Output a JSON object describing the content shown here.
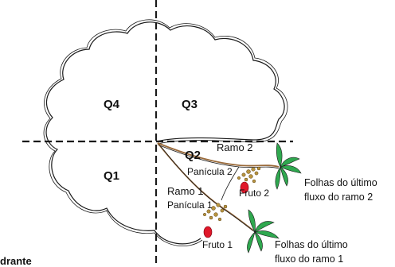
{
  "quadrants": {
    "q1": "Q1",
    "q2": "Q2",
    "q3": "Q3",
    "q4": "Q4"
  },
  "branches": {
    "branch1": "Ramo 1",
    "branch2": "Ramo 2",
    "panicle1": "Panícula 1",
    "panicle2": "Panícula 2",
    "fruit1": "Fruto 1",
    "fruit2": "Fruto 2"
  },
  "leaves": {
    "branch1_line1": "Folhas do último",
    "branch1_line2": "fluxo do ramo 1",
    "branch2_line1": "Folhas do último",
    "branch2_line2": "fluxo do ramo 2"
  },
  "cut_label": "drante",
  "colors": {
    "outline": "#1a1a1a",
    "branch": "#9a6a3a",
    "fruit": "#e0182a",
    "leaf": "#2fa84f",
    "panicle": "#b89440"
  }
}
